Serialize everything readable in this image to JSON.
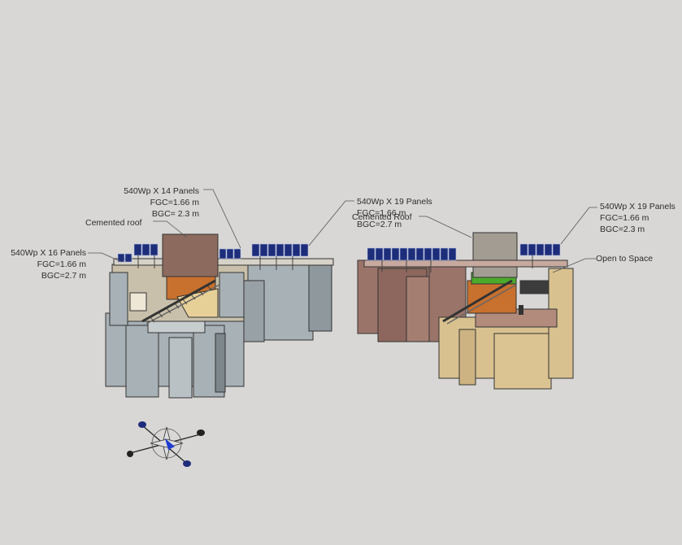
{
  "left_building": {
    "roof_label": "Cemented roof",
    "panel_group_a": {
      "spec": "540Wp X 14 Panels",
      "fgc": "FGC=1.66 m",
      "bgc": "BGC= 2.3 m"
    },
    "panel_group_b": {
      "spec": "540Wp X 19 Panels",
      "fgc": "FGC=1.66 m",
      "bgc": "BGC=2.7 m"
    },
    "panel_group_c": {
      "spec": "540Wp X 16 Panels",
      "fgc": "FGC=1.66 m",
      "bgc": "BGC=2.7 m"
    }
  },
  "right_building": {
    "roof_label": "Cemented Roof",
    "panel_group": {
      "spec": "540Wp X 19 Panels",
      "fgc": "FGC=1.66 m",
      "bgc": "BGC=2.3 m"
    },
    "open_label": "Open to Space"
  },
  "colors": {
    "background": "#d8d7d5",
    "left_wall": "#a8b1b6",
    "left_wall_dark": "#8e989d",
    "right_wall": "#9b7469",
    "right_wall_beige": "#d9c18f",
    "roof_brown": "#8c6a5e",
    "panel_blue": "#1d2d7a",
    "orange": "#c8702d",
    "green": "#4caa2b",
    "leader": "#555555"
  },
  "icons": {
    "compass": "compass-rose-icon"
  }
}
